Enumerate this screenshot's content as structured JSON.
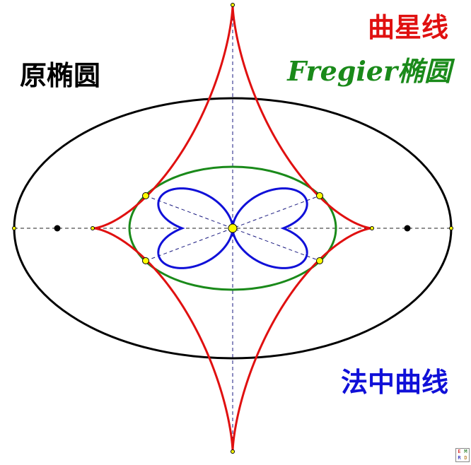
{
  "labels": {
    "astroid": "曲星线",
    "fregier": "Fregier椭圆",
    "original": "原椭圆",
    "normal": "法中曲线"
  },
  "colors": {
    "astroid": "#e01010",
    "fregier": "#1a8a1a",
    "original": "#000000",
    "normal": "#1010d8",
    "point_fill": "#ffff00",
    "dashed": "#1a1a80"
  },
  "logo": {
    "letters": [
      "E",
      "M",
      "R",
      "D"
    ]
  }
}
